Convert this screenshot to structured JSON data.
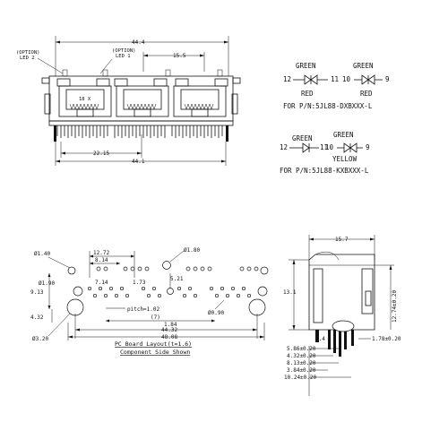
{
  "front_view": {
    "overall_width": "44.4",
    "port_pitch": "15.5",
    "led2_label": "(OPTION)\nLED 2",
    "led1_label": "(OPTION)\nLED 1",
    "bottom_left": "22.15",
    "bottom_total": "44.1"
  },
  "led_tables": {
    "dxbxxx": {
      "left_color_top": "GREEN",
      "left_pin_a": "12",
      "left_pin_b": "11",
      "left_color_bottom": "RED",
      "right_color_top": "GREEN",
      "right_pin_a": "10",
      "right_pin_b": "9",
      "right_color_bottom": "RED",
      "part_label": "FOR P/N:5JL88-DXBXXX-L"
    },
    "kxbxxx": {
      "left_color": "GREEN",
      "left_pin_a": "12",
      "left_pin_b": "11",
      "right_color_top": "GREEN",
      "right_pin_a": "10",
      "right_pin_b": "9",
      "right_color_bottom": "YELLOW",
      "part_label": "FOR P/N:5JL88-KXBXXX-L"
    }
  },
  "pcb_layout": {
    "d_hole_small": "Ø1.40",
    "d_hole_mid": "Ø1.90",
    "d_hole_big": "Ø3.20",
    "d_pin": "Ø0.90",
    "d_ledpin": "Ø1.80",
    "dim_1272": "12.72",
    "dim_814": "8.14",
    "dim_714": "7.14",
    "dim_173": "1.73",
    "dim_521": "5.21",
    "dim_913": "9.13",
    "dim_432": "4.32",
    "pitch_label": "pitch=1.02",
    "dim_7": "(7)",
    "dim_184": "1.84",
    "dim_4432": "44.32",
    "dim_4808": "48.08",
    "caption_title": "PC Board Layout(t=1.6)",
    "caption_sub": "Component Side Shown"
  },
  "side_view": {
    "width": "15.7",
    "height": "13.1",
    "height_right": "12.74±0.20",
    "dim_54": "5.4",
    "dim_178": "1.78±0.20",
    "stack": [
      "5.86±0.20",
      "4.32±0.20",
      "8.13±0.20",
      "3.84±0.20",
      "10.24±0.20"
    ]
  }
}
